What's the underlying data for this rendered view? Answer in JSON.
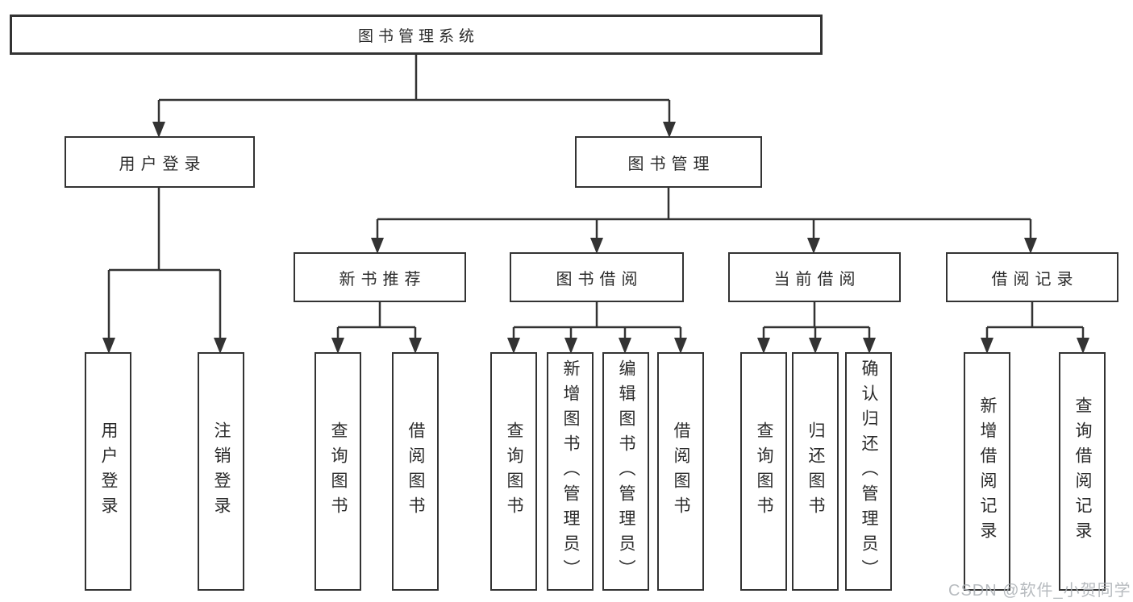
{
  "diagram": {
    "root": "图书管理系统",
    "branches": [
      {
        "label": "用户登录",
        "children": [
          {
            "label": "用户登录"
          },
          {
            "label": "注销登录"
          }
        ]
      },
      {
        "label": "图书管理",
        "children": [
          {
            "label": "新书推荐",
            "children": [
              {
                "label": "查询图书"
              },
              {
                "label": "借阅图书"
              }
            ]
          },
          {
            "label": "图书借阅",
            "children": [
              {
                "label": "查询图书"
              },
              {
                "label": "新增图书（管理员）"
              },
              {
                "label": "编辑图书（管理员）"
              },
              {
                "label": "借阅图书"
              }
            ]
          },
          {
            "label": "当前借阅",
            "children": [
              {
                "label": "查询图书"
              },
              {
                "label": "归还图书"
              },
              {
                "label": "确认归还（管理员）"
              }
            ]
          },
          {
            "label": "借阅记录",
            "children": [
              {
                "label": "新增借阅记录"
              },
              {
                "label": "查询借阅记录"
              }
            ]
          }
        ]
      }
    ]
  },
  "watermark": "CSDN @软件_小贺同学",
  "colors": {
    "line": "#333333",
    "box_border": "#333333",
    "text": "#2b2b2b",
    "watermark": "#aaafb4",
    "background": "#ffffff"
  }
}
